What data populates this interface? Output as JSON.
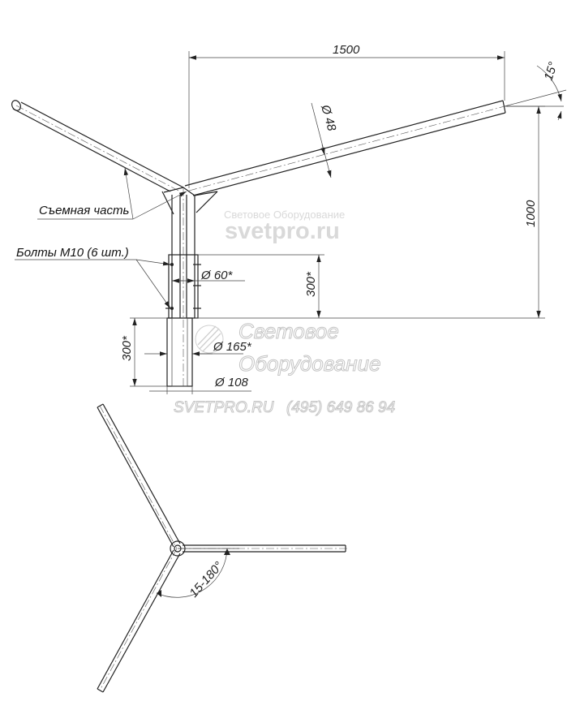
{
  "dimensions": {
    "arm_length": "1500",
    "arm_angle": "15°",
    "arm_diameter": "Ø 48",
    "height": "1000",
    "insert_length": "300*",
    "insert_diameter": "Ø 60*",
    "base_length": "300*",
    "base_diameter": "Ø 165*",
    "pipe_diameter": "Ø 108",
    "plan_angle": "15-180°"
  },
  "annotations": {
    "removable_part": "Съемная часть",
    "bolts": "Болты М10 (6 шт.)"
  },
  "watermark": {
    "small": "Световое Оборудование",
    "site": "svetpro.ru",
    "stamp_line1": "Световое",
    "stamp_line2": "Оборудование",
    "stamp_site": "SVETPRO.RU",
    "stamp_phone": "(495) 649 86 94"
  },
  "colors": {
    "line": "#222222",
    "watermark": "#d9d9d9"
  }
}
